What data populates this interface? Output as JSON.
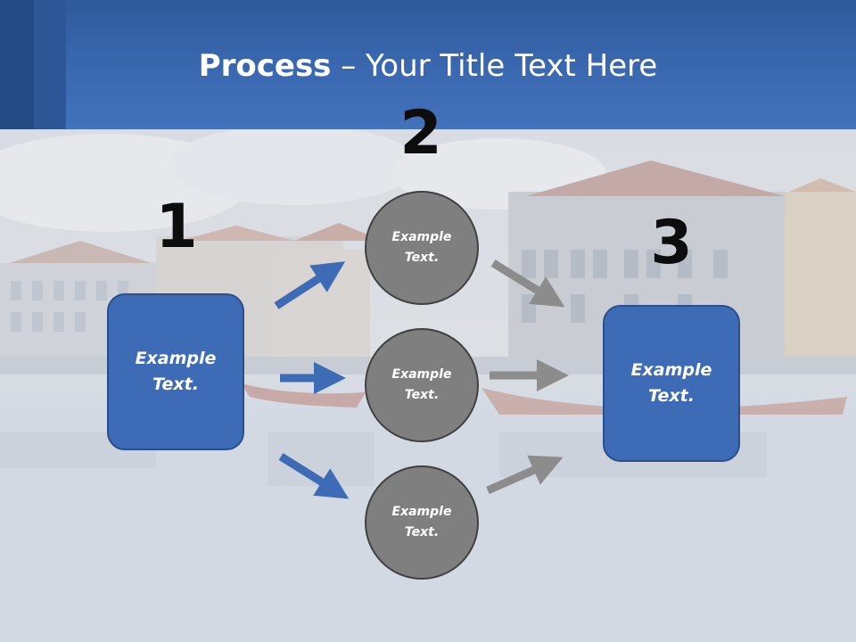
{
  "slide": {
    "title_bold": "Process",
    "title_rest": " – Your Title Text Here"
  },
  "steps": {
    "one": "1",
    "two": "2",
    "three": "3"
  },
  "nodes": {
    "left_box": "Example Text.",
    "right_box": "Example Text.",
    "circle_top": "Example Text.",
    "circle_middle": "Example Text.",
    "circle_bottom": "Example Text."
  },
  "colors": {
    "header_blue": "#3b6ab3",
    "box_blue": "#3e6bb6",
    "circle_gray": "#7f7f7f",
    "arrow_blue": "#3e6bb6",
    "arrow_gray": "#8c8c8c"
  }
}
